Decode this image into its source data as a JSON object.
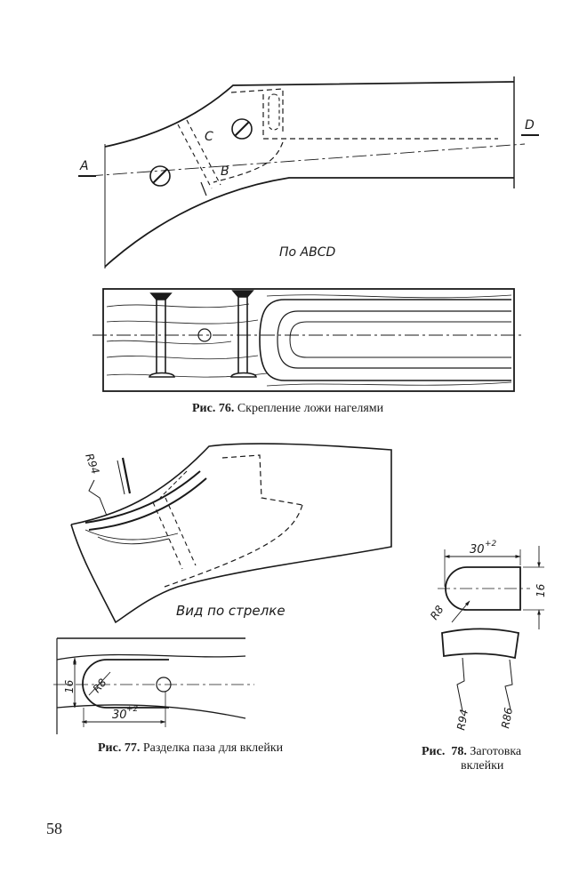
{
  "fig76": {
    "labels": {
      "a": "A",
      "b": "B",
      "c": "C",
      "d": "D"
    },
    "view_label": "По ABCD",
    "caption_num": "Рис. 76.",
    "caption_text": "Скрепление ложи нагелями"
  },
  "fig77": {
    "radius_label": "R94",
    "view_label": "Вид по стрелке",
    "dim_height": "16",
    "dim_radius": "R8",
    "dim_length": "30",
    "dim_tolerance": "+2",
    "caption_num": "Рис. 77.",
    "caption_text": "Разделка паза для вклейки"
  },
  "fig78": {
    "dim_length": "30",
    "dim_tolerance": "+2",
    "dim_height": "16",
    "dim_radius": "R8",
    "radius_inner": "R94",
    "radius_outer": "R86",
    "caption_num": "Рис.  78.",
    "caption_text_1": "Заготовка",
    "caption_text_2": "вклейки"
  },
  "page": {
    "number": "58"
  }
}
